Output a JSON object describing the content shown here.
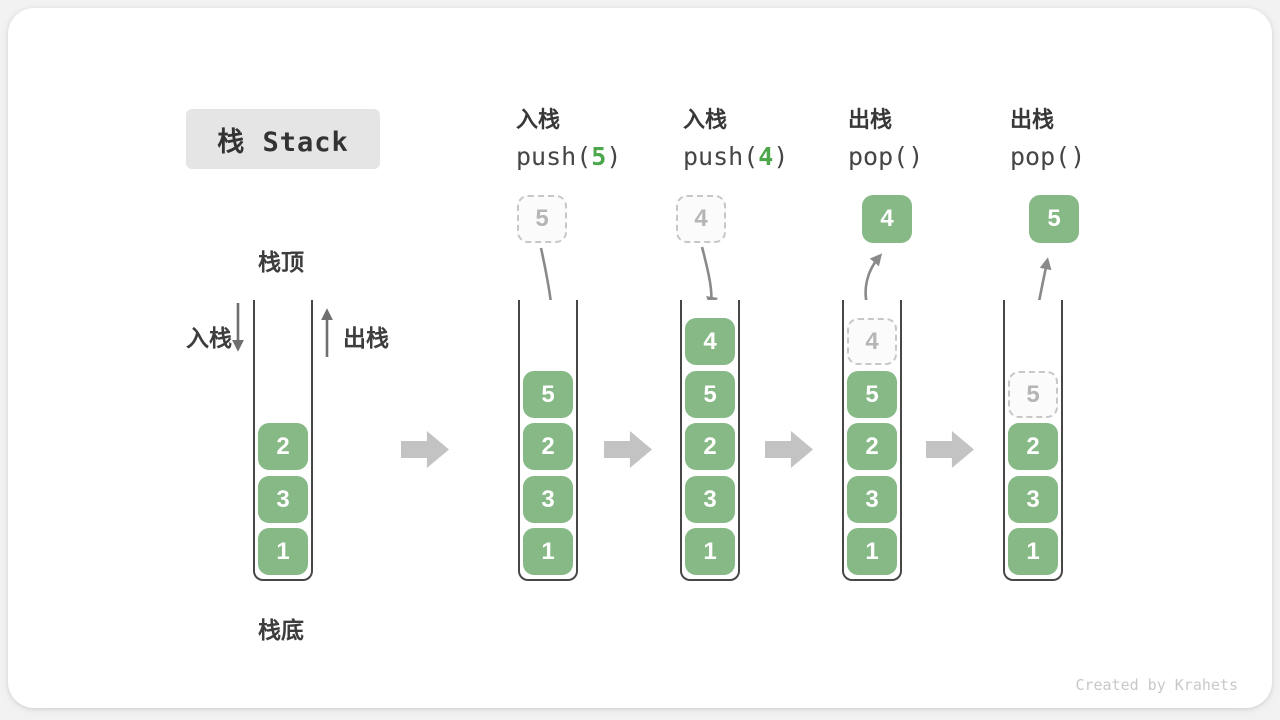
{
  "title": {
    "label": "栈 Stack"
  },
  "legend": {
    "stack_top": "栈顶",
    "stack_bottom": "栈底",
    "push": "入栈",
    "pop": "出栈"
  },
  "operations": [
    {
      "action": "入栈",
      "code_pre": "push(",
      "code_arg": "5",
      "code_post": ")"
    },
    {
      "action": "入栈",
      "code_pre": "push(",
      "code_arg": "4",
      "code_post": ")"
    },
    {
      "action": "出栈",
      "code_pre": "pop(",
      "code_arg": "",
      "code_post": ")"
    },
    {
      "action": "出栈",
      "code_pre": "pop(",
      "code_arg": "",
      "code_post": ")"
    }
  ],
  "stacks": [
    {
      "name": "initial",
      "items": [
        {
          "value": "2"
        },
        {
          "value": "3"
        },
        {
          "value": "1"
        }
      ]
    },
    {
      "name": "after-push-5",
      "floating": {
        "value": "5",
        "style": "dashed"
      },
      "items": [
        {
          "value": "5"
        },
        {
          "value": "2"
        },
        {
          "value": "3"
        },
        {
          "value": "1"
        }
      ]
    },
    {
      "name": "after-push-4",
      "floating": {
        "value": "4",
        "style": "dashed"
      },
      "items": [
        {
          "value": "4"
        },
        {
          "value": "5"
        },
        {
          "value": "2"
        },
        {
          "value": "3"
        },
        {
          "value": "1"
        }
      ]
    },
    {
      "name": "after-pop-4",
      "floating": {
        "value": "4",
        "style": "solid"
      },
      "items": [
        {
          "value": "4",
          "removed": true
        },
        {
          "value": "5"
        },
        {
          "value": "2"
        },
        {
          "value": "3"
        },
        {
          "value": "1"
        }
      ]
    },
    {
      "name": "after-pop-5",
      "floating": {
        "value": "5",
        "style": "solid"
      },
      "items": [
        {
          "value": "5",
          "removed": true
        },
        {
          "value": "2"
        },
        {
          "value": "3"
        },
        {
          "value": "1"
        }
      ]
    }
  ],
  "colors": {
    "box_green": "#86b985",
    "code_arg_green": "#4ca64c",
    "block_arrow_gray": "#c3c3c3",
    "thin_arrow_gray": "#8a8a8a",
    "side_arrow_gray": "#6f6f6f",
    "wall_dark": "#474747",
    "ghost_border": "#c7c7c7",
    "ghost_text": "#b5b5b5",
    "title_bg": "#e5e5e5",
    "text_dark": "#383838",
    "watermark_gray": "#c8c8c8",
    "card_bg": "#ffffff"
  },
  "watermark": {
    "text": "Created by Krahets"
  }
}
